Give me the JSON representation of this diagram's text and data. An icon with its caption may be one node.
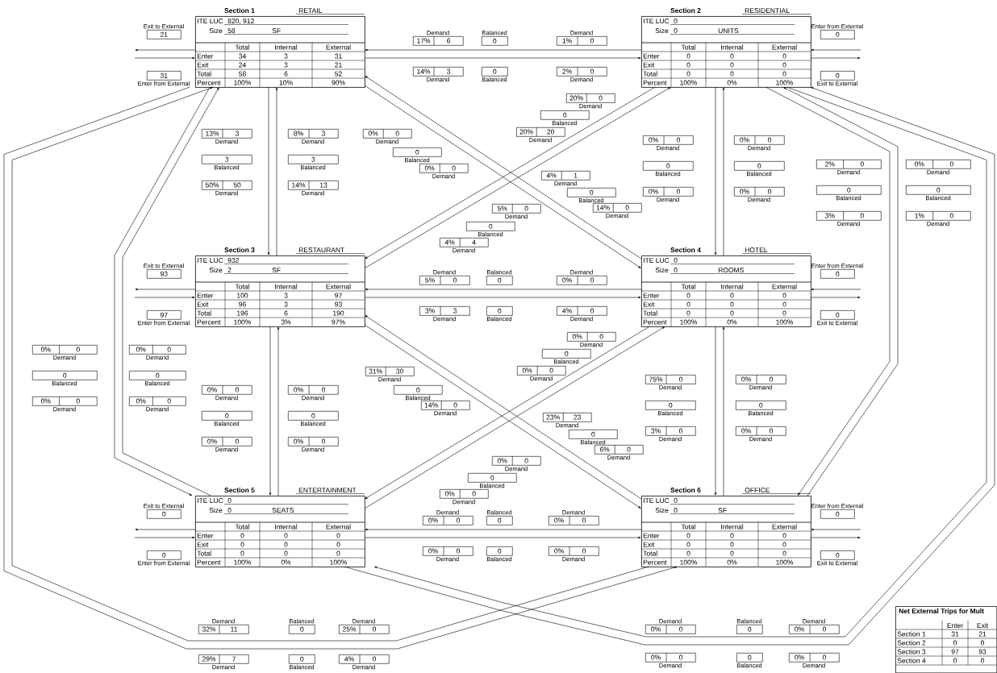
{
  "diagram": {
    "nodes": [
      {
        "text": [
          "Section 1",
          "RETAIL",
          "ITE LUC",
          "820, 912",
          "Size",
          "58",
          "SF",
          "Total",
          "Internal",
          "External",
          "Enter",
          "34",
          "3",
          "31",
          "Exit",
          "24",
          "3",
          "21",
          "Total",
          "58",
          "6",
          "52",
          "Percent",
          "100%",
          "10%",
          "90%"
        ]
      },
      {
        "text": [
          "Section 2",
          "RESIDENTIAL",
          "ITE LUC",
          "0",
          "Size",
          "0",
          "UNITS",
          "Total",
          "Internal",
          "External",
          "Enter",
          "0",
          "0",
          "0",
          "Exit",
          "0",
          "0",
          "0",
          "Total",
          "0",
          "0",
          "0",
          "Percent",
          "100%",
          "0%",
          "100%"
        ]
      },
      {
        "text": [
          "Section 3",
          "RESTAURANT",
          "ITE LUC",
          "932",
          "Size",
          "2",
          "SF",
          "Total",
          "Internal",
          "External",
          "Enter",
          "100",
          "3",
          "97",
          "Exit",
          "96",
          "3",
          "93",
          "Total",
          "196",
          "6",
          "190",
          "Percent",
          "100%",
          "3%",
          "97%"
        ]
      },
      {
        "text": [
          "Section 4",
          "HOTEL",
          "ITE LUC",
          "0",
          "Size",
          "0",
          "ROOMS",
          "Total",
          "Internal",
          "External",
          "Enter",
          "0",
          "0",
          "0",
          "Exit",
          "0",
          "0",
          "0",
          "Total",
          "0",
          "0",
          "0",
          "Percent",
          "100%",
          "0%",
          "100%"
        ]
      },
      {
        "text": [
          "Section 5",
          "ENTERTAINMENT",
          "ITE LUC",
          "0",
          "Size",
          "0",
          "SEATS",
          "Total",
          "Internal",
          "External",
          "Enter",
          "0",
          "0",
          "0",
          "Exit",
          "0",
          "0",
          "0",
          "Total",
          "0",
          "0",
          "0",
          "Percent",
          "100%",
          "0%",
          "100%"
        ]
      },
      {
        "text": [
          "Section 6",
          "OFFICE",
          "ITE LUC",
          "0",
          "Size",
          "0",
          "SF",
          "Total",
          "Internal",
          "External",
          "Enter",
          "0",
          "0",
          "0",
          "Exit",
          "0",
          "0",
          "0",
          "Total",
          "0",
          "0",
          "0",
          "Percent",
          "100%",
          "0%",
          "100%"
        ]
      },
      {
        "text": [
          "21"
        ],
        "beside": [
          "Exit to External"
        ]
      },
      {
        "text": [
          "31"
        ],
        "beside": [
          "Enter from External"
        ]
      },
      {
        "text": [
          "0"
        ],
        "beside": [
          "Exit to External"
        ]
      },
      {
        "text": [
          "0"
        ],
        "beside": [
          "Enter from External"
        ]
      },
      {
        "text": [
          "93"
        ],
        "beside": [
          "Exit to External"
        ]
      },
      {
        "text": [
          "97"
        ],
        "beside": [
          "Enter from External"
        ]
      },
      {
        "text": [
          "0"
        ],
        "beside": [
          "Exit to External"
        ]
      },
      {
        "text": [
          "0"
        ],
        "beside": [
          "Enter from External"
        ]
      },
      {
        "text": [
          "0"
        ],
        "beside": [
          "Exit to External"
        ]
      },
      {
        "text": [
          "0"
        ],
        "beside": [
          "Enter from External"
        ]
      },
      {
        "text": [
          "0"
        ],
        "beside": [
          "Exit to External"
        ]
      },
      {
        "text": [
          "0"
        ],
        "beside": [
          "Enter from External"
        ]
      },
      {
        "text": [
          "17%",
          "6"
        ],
        "beside": [
          "Demand"
        ]
      },
      {
        "text": [
          "0"
        ],
        "beside": [
          "Balanced"
        ]
      },
      {
        "text": [
          "1%",
          "0"
        ],
        "beside": [
          "Demand"
        ]
      },
      {
        "text": [
          "14%",
          "3"
        ],
        "beside": [
          "Demand"
        ]
      },
      {
        "text": [
          "0"
        ],
        "beside": [
          "Balanced"
        ]
      },
      {
        "text": [
          "2%",
          "0"
        ],
        "beside": [
          "Demand"
        ]
      },
      {
        "text": [
          "13%",
          "3"
        ],
        "beside": [
          "Demand"
        ]
      },
      {
        "text": [
          "3"
        ],
        "beside": [
          "Balanced"
        ]
      },
      {
        "text": [
          "50%",
          "50"
        ],
        "beside": [
          "Demand"
        ]
      },
      {
        "text": [
          "8%",
          "3"
        ],
        "beside": [
          "Demand"
        ]
      },
      {
        "text": [
          "3"
        ],
        "beside": [
          "Balanced"
        ]
      },
      {
        "text": [
          "14%",
          "13"
        ],
        "beside": [
          "Demand"
        ]
      },
      {
        "text": [
          "0%",
          "0"
        ],
        "beside": [
          "Demand"
        ]
      },
      {
        "text": [
          "0"
        ],
        "beside": [
          "Balanced"
        ]
      },
      {
        "text": [
          "0%",
          "0"
        ],
        "beside": [
          "Demand"
        ]
      },
      {
        "text": [
          "4%",
          "1"
        ],
        "beside": [
          "Demand"
        ]
      },
      {
        "text": [
          "0"
        ],
        "beside": [
          "Balanced"
        ]
      },
      {
        "text": [
          "14%",
          "0"
        ],
        "beside": [
          "Demand"
        ]
      },
      {
        "text": [
          "0%",
          "0"
        ],
        "beside": [
          "Demand"
        ]
      },
      {
        "text": [
          "0"
        ],
        "beside": [
          "Balanced"
        ]
      },
      {
        "text": [
          "0%",
          "0"
        ],
        "beside": [
          "Demand"
        ]
      },
      {
        "text": [
          "0%",
          "0"
        ],
        "beside": [
          "Demand"
        ]
      },
      {
        "text": [
          "0"
        ],
        "beside": [
          "Balanced"
        ]
      },
      {
        "text": [
          "0%",
          "0"
        ],
        "beside": [
          "Demand"
        ]
      },
      {
        "text": [
          "32%",
          "11"
        ],
        "beside": [
          "Demand"
        ]
      },
      {
        "text": [
          "0"
        ],
        "beside": [
          "Balanced"
        ]
      },
      {
        "text": [
          "25%",
          "0"
        ],
        "beside": [
          "Demand"
        ]
      },
      {
        "text": [
          "29%",
          "7"
        ],
        "beside": [
          "Demand"
        ]
      },
      {
        "text": [
          "0"
        ],
        "beside": [
          "Balanced"
        ]
      },
      {
        "text": [
          "4%",
          "0"
        ],
        "beside": [
          "Demand"
        ]
      },
      {
        "text": [
          "20%",
          "0"
        ],
        "beside": [
          "Demand"
        ]
      },
      {
        "text": [
          "0"
        ],
        "beside": [
          "Balanced"
        ]
      },
      {
        "text": [
          "20%",
          "20"
        ],
        "beside": [
          "Demand"
        ]
      },
      {
        "text": [
          "5%",
          "0"
        ],
        "beside": [
          "Demand"
        ]
      },
      {
        "text": [
          "0"
        ],
        "beside": [
          "Balanced"
        ]
      },
      {
        "text": [
          "4%",
          "4"
        ],
        "beside": [
          "Demand"
        ]
      },
      {
        "text": [
          "0%",
          "0"
        ],
        "beside": [
          "Demand"
        ]
      },
      {
        "text": [
          "0"
        ],
        "beside": [
          "Balanced"
        ]
      },
      {
        "text": [
          "0%",
          "0"
        ],
        "beside": [
          "Demand"
        ]
      },
      {
        "text": [
          "0%",
          "0"
        ],
        "beside": [
          "Demand"
        ]
      },
      {
        "text": [
          "0"
        ],
        "beside": [
          "Balanced"
        ]
      },
      {
        "text": [
          "0%",
          "0"
        ],
        "beside": [
          "Demand"
        ]
      },
      {
        "text": [
          "0%",
          "0"
        ],
        "beside": [
          "Demand"
        ]
      },
      {
        "text": [
          "0"
        ],
        "beside": [
          "Balanced"
        ]
      },
      {
        "text": [
          "0%",
          "0"
        ],
        "beside": [
          "Demand"
        ]
      },
      {
        "text": [
          "0%",
          "0"
        ],
        "beside": [
          "Demand"
        ]
      },
      {
        "text": [
          "0"
        ],
        "beside": [
          "Balanced"
        ]
      },
      {
        "text": [
          "0%",
          "0"
        ],
        "beside": [
          "Demand"
        ]
      },
      {
        "text": [
          "2%",
          "0"
        ],
        "beside": [
          "Demand"
        ]
      },
      {
        "text": [
          "0"
        ],
        "beside": [
          "Balanced"
        ]
      },
      {
        "text": [
          "3%",
          "0"
        ],
        "beside": [
          "Demand"
        ]
      },
      {
        "text": [
          "0%",
          "0"
        ],
        "beside": [
          "Demand"
        ]
      },
      {
        "text": [
          "0"
        ],
        "beside": [
          "Balanced"
        ]
      },
      {
        "text": [
          "1%",
          "0"
        ],
        "beside": [
          "Demand"
        ]
      },
      {
        "text": [
          "5%",
          "0"
        ],
        "beside": [
          "Demand"
        ]
      },
      {
        "text": [
          "0"
        ],
        "beside": [
          "Balanced"
        ]
      },
      {
        "text": [
          "0%",
          "0"
        ],
        "beside": [
          "Demand"
        ]
      },
      {
        "text": [
          "3%",
          "3"
        ],
        "beside": [
          "Demand"
        ]
      },
      {
        "text": [
          "0"
        ],
        "beside": [
          "Balanced"
        ]
      },
      {
        "text": [
          "4%",
          "0"
        ],
        "beside": [
          "Demand"
        ]
      },
      {
        "text": [
          "0%",
          "0"
        ],
        "beside": [
          "Demand"
        ]
      },
      {
        "text": [
          "0"
        ],
        "beside": [
          "Balanced"
        ]
      },
      {
        "text": [
          "0%",
          "0"
        ],
        "beside": [
          "Demand"
        ]
      },
      {
        "text": [
          "0%",
          "0"
        ],
        "beside": [
          "Demand"
        ]
      },
      {
        "text": [
          "0"
        ],
        "beside": [
          "Balanced"
        ]
      },
      {
        "text": [
          "0%",
          "0"
        ],
        "beside": [
          "Demand"
        ]
      },
      {
        "text": [
          "31%",
          "30"
        ],
        "beside": [
          "Demand"
        ]
      },
      {
        "text": [
          "0"
        ],
        "beside": [
          "Balanced"
        ]
      },
      {
        "text": [
          "14%",
          "0"
        ],
        "beside": [
          "Demand"
        ]
      },
      {
        "text": [
          "23%",
          "23"
        ],
        "beside": [
          "Demand"
        ]
      },
      {
        "text": [
          "0"
        ],
        "beside": [
          "Balanced"
        ]
      },
      {
        "text": [
          "6%",
          "0"
        ],
        "beside": [
          "Demand"
        ]
      },
      {
        "text": [
          "0%",
          "0"
        ],
        "beside": [
          "Demand"
        ]
      },
      {
        "text": [
          "0"
        ],
        "beside": [
          "Balanced"
        ]
      },
      {
        "text": [
          "0%",
          "0"
        ],
        "beside": [
          "Demand"
        ]
      },
      {
        "text": [
          "0%",
          "0"
        ],
        "beside": [
          "Demand"
        ]
      },
      {
        "text": [
          "0"
        ],
        "beside": [
          "Balanced"
        ]
      },
      {
        "text": [
          "0%",
          "0"
        ],
        "beside": [
          "Demand"
        ]
      },
      {
        "text": [
          "75%",
          "0"
        ],
        "beside": [
          "Demand"
        ]
      },
      {
        "text": [
          "0"
        ],
        "beside": [
          "Balanced"
        ]
      },
      {
        "text": [
          "3%",
          "0"
        ],
        "beside": [
          "Demand"
        ]
      },
      {
        "text": [
          "0%",
          "0"
        ],
        "beside": [
          "Demand"
        ]
      },
      {
        "text": [
          "0"
        ],
        "beside": [
          "Balanced"
        ]
      },
      {
        "text": [
          "0%",
          "0"
        ],
        "beside": [
          "Demand"
        ]
      },
      {
        "text": [
          "0%",
          "0"
        ],
        "beside": [
          "Demand"
        ]
      },
      {
        "text": [
          "0"
        ],
        "beside": [
          "Balanced"
        ]
      },
      {
        "text": [
          "0%",
          "0"
        ],
        "beside": [
          "Demand"
        ]
      },
      {
        "text": [
          "0%",
          "0"
        ],
        "beside": [
          "Demand"
        ]
      },
      {
        "text": [
          "0"
        ],
        "beside": [
          "Balanced"
        ]
      },
      {
        "text": [
          "0%",
          "0"
        ],
        "beside": [
          "Demand"
        ]
      },
      {
        "text": [
          "Net External Trips for Mult",
          "Enter",
          "Exit",
          "Section 1",
          "31",
          "21",
          "Section 2",
          "0",
          "0",
          "Section 3",
          "97",
          "93",
          "Section 4",
          "0",
          "0"
        ]
      }
    ],
    "edges": [
      {
        "from": 0,
        "to": 1,
        "arrow": "to"
      },
      {
        "from": 1,
        "to": 0,
        "arrow": "to"
      },
      {
        "from": 0,
        "to": 2,
        "arrow": "to"
      },
      {
        "from": 2,
        "to": 0,
        "arrow": "to"
      },
      {
        "from": 0,
        "to": 3,
        "arrow": "to"
      },
      {
        "from": 3,
        "to": 0,
        "arrow": "to"
      },
      {
        "from": 0,
        "to": 4,
        "arrow": "to"
      },
      {
        "from": 4,
        "to": 0,
        "arrow": "to"
      },
      {
        "from": 0,
        "to": 5,
        "arrow": "to"
      },
      {
        "from": 5,
        "to": 0,
        "arrow": "to"
      },
      {
        "from": 1,
        "to": 2,
        "arrow": "to"
      },
      {
        "from": 2,
        "to": 1,
        "arrow": "to"
      },
      {
        "from": 1,
        "to": 3,
        "arrow": "to"
      },
      {
        "from": 3,
        "to": 1,
        "arrow": "to"
      },
      {
        "from": 1,
        "to": 4,
        "arrow": "to"
      },
      {
        "from": 4,
        "to": 1,
        "arrow": "to"
      },
      {
        "from": 1,
        "to": 5,
        "arrow": "to"
      },
      {
        "from": 5,
        "to": 1,
        "arrow": "to"
      },
      {
        "from": 2,
        "to": 3,
        "arrow": "to"
      },
      {
        "from": 3,
        "to": 2,
        "arrow": "to"
      },
      {
        "from": 2,
        "to": 4,
        "arrow": "to"
      },
      {
        "from": 4,
        "to": 2,
        "arrow": "to"
      },
      {
        "from": 2,
        "to": 5,
        "arrow": "to"
      },
      {
        "from": 5,
        "to": 2,
        "arrow": "to"
      },
      {
        "from": 3,
        "to": 4,
        "arrow": "to"
      },
      {
        "from": 4,
        "to": 3,
        "arrow": "to"
      },
      {
        "from": 3,
        "to": 5,
        "arrow": "to"
      },
      {
        "from": 5,
        "to": 3,
        "arrow": "to"
      },
      {
        "from": 4,
        "to": 5,
        "arrow": "to"
      },
      {
        "from": 5,
        "to": 4,
        "arrow": "to"
      },
      {
        "from": 0,
        "to": null,
        "arrow": "to"
      },
      {
        "from": null,
        "to": 0,
        "arrow": "to"
      },
      {
        "from": 1,
        "to": null,
        "arrow": "to"
      },
      {
        "from": null,
        "to": 1,
        "arrow": "to"
      },
      {
        "from": 2,
        "to": null,
        "arrow": "to"
      },
      {
        "from": null,
        "to": 2,
        "arrow": "to"
      },
      {
        "from": 3,
        "to": null,
        "arrow": "to"
      },
      {
        "from": null,
        "to": 3,
        "arrow": "to"
      },
      {
        "from": 4,
        "to": null,
        "arrow": "to"
      },
      {
        "from": null,
        "to": 4,
        "arrow": "to"
      },
      {
        "from": 5,
        "to": null,
        "arrow": "to"
      },
      {
        "from": null,
        "to": 5,
        "arrow": "to"
      }
    ]
  }
}
